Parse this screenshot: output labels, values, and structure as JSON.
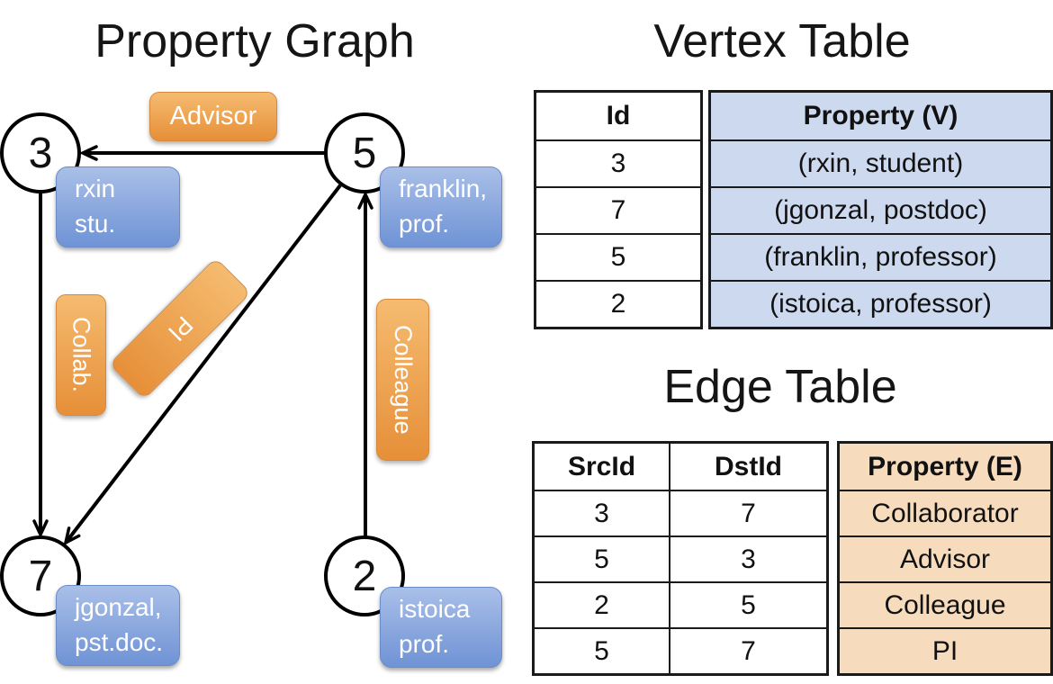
{
  "titles": {
    "graph": "Property Graph",
    "vertex_table": "Vertex Table",
    "edge_table": "Edge Table"
  },
  "graph": {
    "vertices": [
      {
        "id": "3",
        "label_line1": "rxin",
        "label_line2": "stu."
      },
      {
        "id": "5",
        "label_line1": "franklin,",
        "label_line2": "prof."
      },
      {
        "id": "7",
        "label_line1": "jgonzal,",
        "label_line2": "pst.doc."
      },
      {
        "id": "2",
        "label_line1": "istoica",
        "label_line2": "prof."
      }
    ],
    "edge_labels": {
      "advisor": "Advisor",
      "collab": "Collab.",
      "pi": "PI",
      "colleague": "Colleague"
    }
  },
  "vertex_table": {
    "columns": {
      "id": "Id",
      "property": "Property (V)"
    },
    "rows": [
      {
        "id": "3",
        "property": "(rxin, student)"
      },
      {
        "id": "7",
        "property": "(jgonzal, postdoc)"
      },
      {
        "id": "5",
        "property": "(franklin, professor)"
      },
      {
        "id": "2",
        "property": "(istoica, professor)"
      }
    ]
  },
  "edge_table": {
    "columns": {
      "src": "SrcId",
      "dst": "DstId",
      "property": "Property (E)"
    },
    "rows": [
      {
        "src": "3",
        "dst": "7",
        "property": "Collaborator"
      },
      {
        "src": "5",
        "dst": "3",
        "property": "Advisor"
      },
      {
        "src": "2",
        "dst": "5",
        "property": "Colleague"
      },
      {
        "src": "5",
        "dst": "7",
        "property": "PI"
      }
    ]
  },
  "colors": {
    "vertex_property_fill": "#cdd9ee",
    "edge_property_fill": "#f6dcbd",
    "node_box_blue_top": "#a9bfe8",
    "node_box_blue_bottom": "#6f93d5",
    "edge_label_orange_top": "#f5bb70",
    "edge_label_orange_bottom": "#e68f38",
    "line_color": "#000000"
  }
}
